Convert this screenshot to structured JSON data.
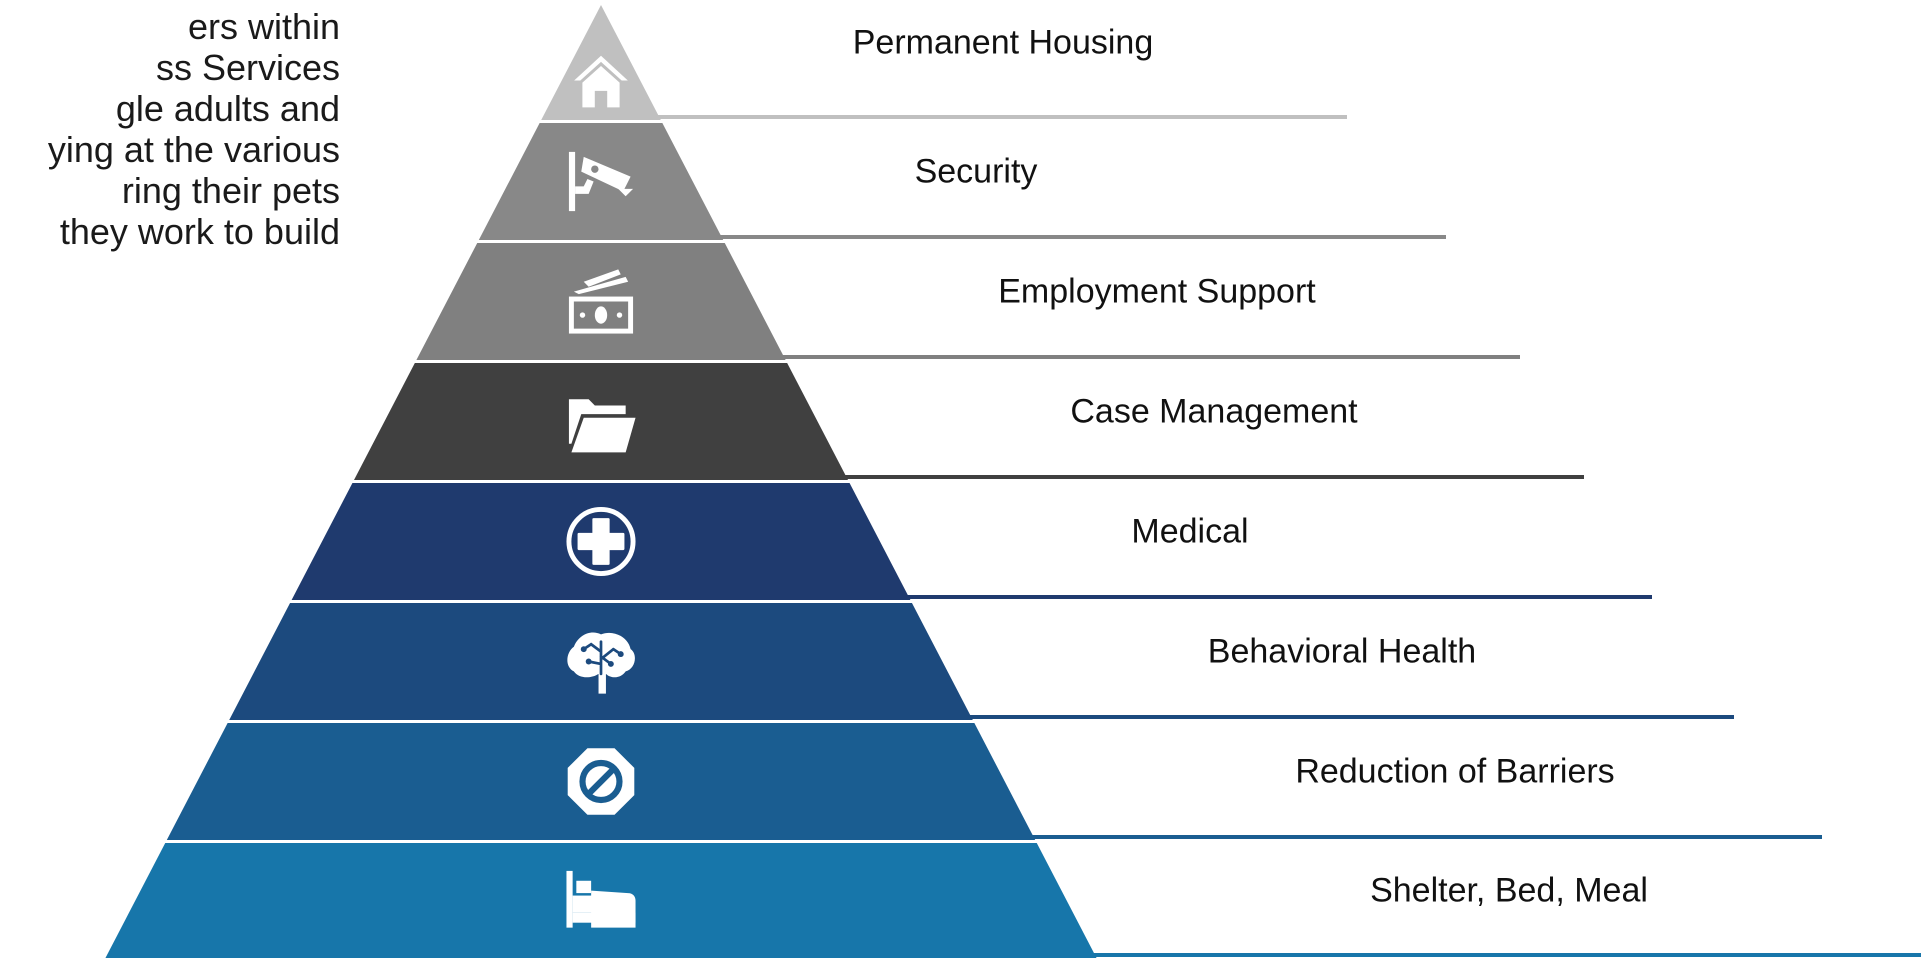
{
  "intro_text": {
    "lines": [
      "ers within",
      "ss Services",
      "gle adults and",
      "ying at the various",
      "ring their pets",
      "they work to build"
    ]
  },
  "pyramid": {
    "levels": [
      {
        "label": "Permanent Housing",
        "icon": "house-icon",
        "color": "#c0c0c0",
        "line_color": "#c0c0c0"
      },
      {
        "label": "Security",
        "icon": "security-camera-icon",
        "color": "#888888",
        "line_color": "#888888"
      },
      {
        "label": "Employment Support",
        "icon": "money-icon",
        "color": "#808080",
        "line_color": "#808080"
      },
      {
        "label": "Case Management",
        "icon": "folder-icon",
        "color": "#404040",
        "line_color": "#404040"
      },
      {
        "label": "Medical",
        "icon": "medical-cross-icon",
        "color": "#1f3a6e",
        "line_color": "#1f3a6e"
      },
      {
        "label": "Behavioral Health",
        "icon": "brain-icon",
        "color": "#1c4a7e",
        "line_color": "#1c4a7e"
      },
      {
        "label": "Reduction of Barriers",
        "icon": "no-barrier-icon",
        "color": "#1a5d91",
        "line_color": "#1a5d91"
      },
      {
        "label": "Shelter, Bed, Meal",
        "icon": "bed-icon",
        "color": "#1776aa",
        "line_color": "#1776aa"
      }
    ]
  }
}
